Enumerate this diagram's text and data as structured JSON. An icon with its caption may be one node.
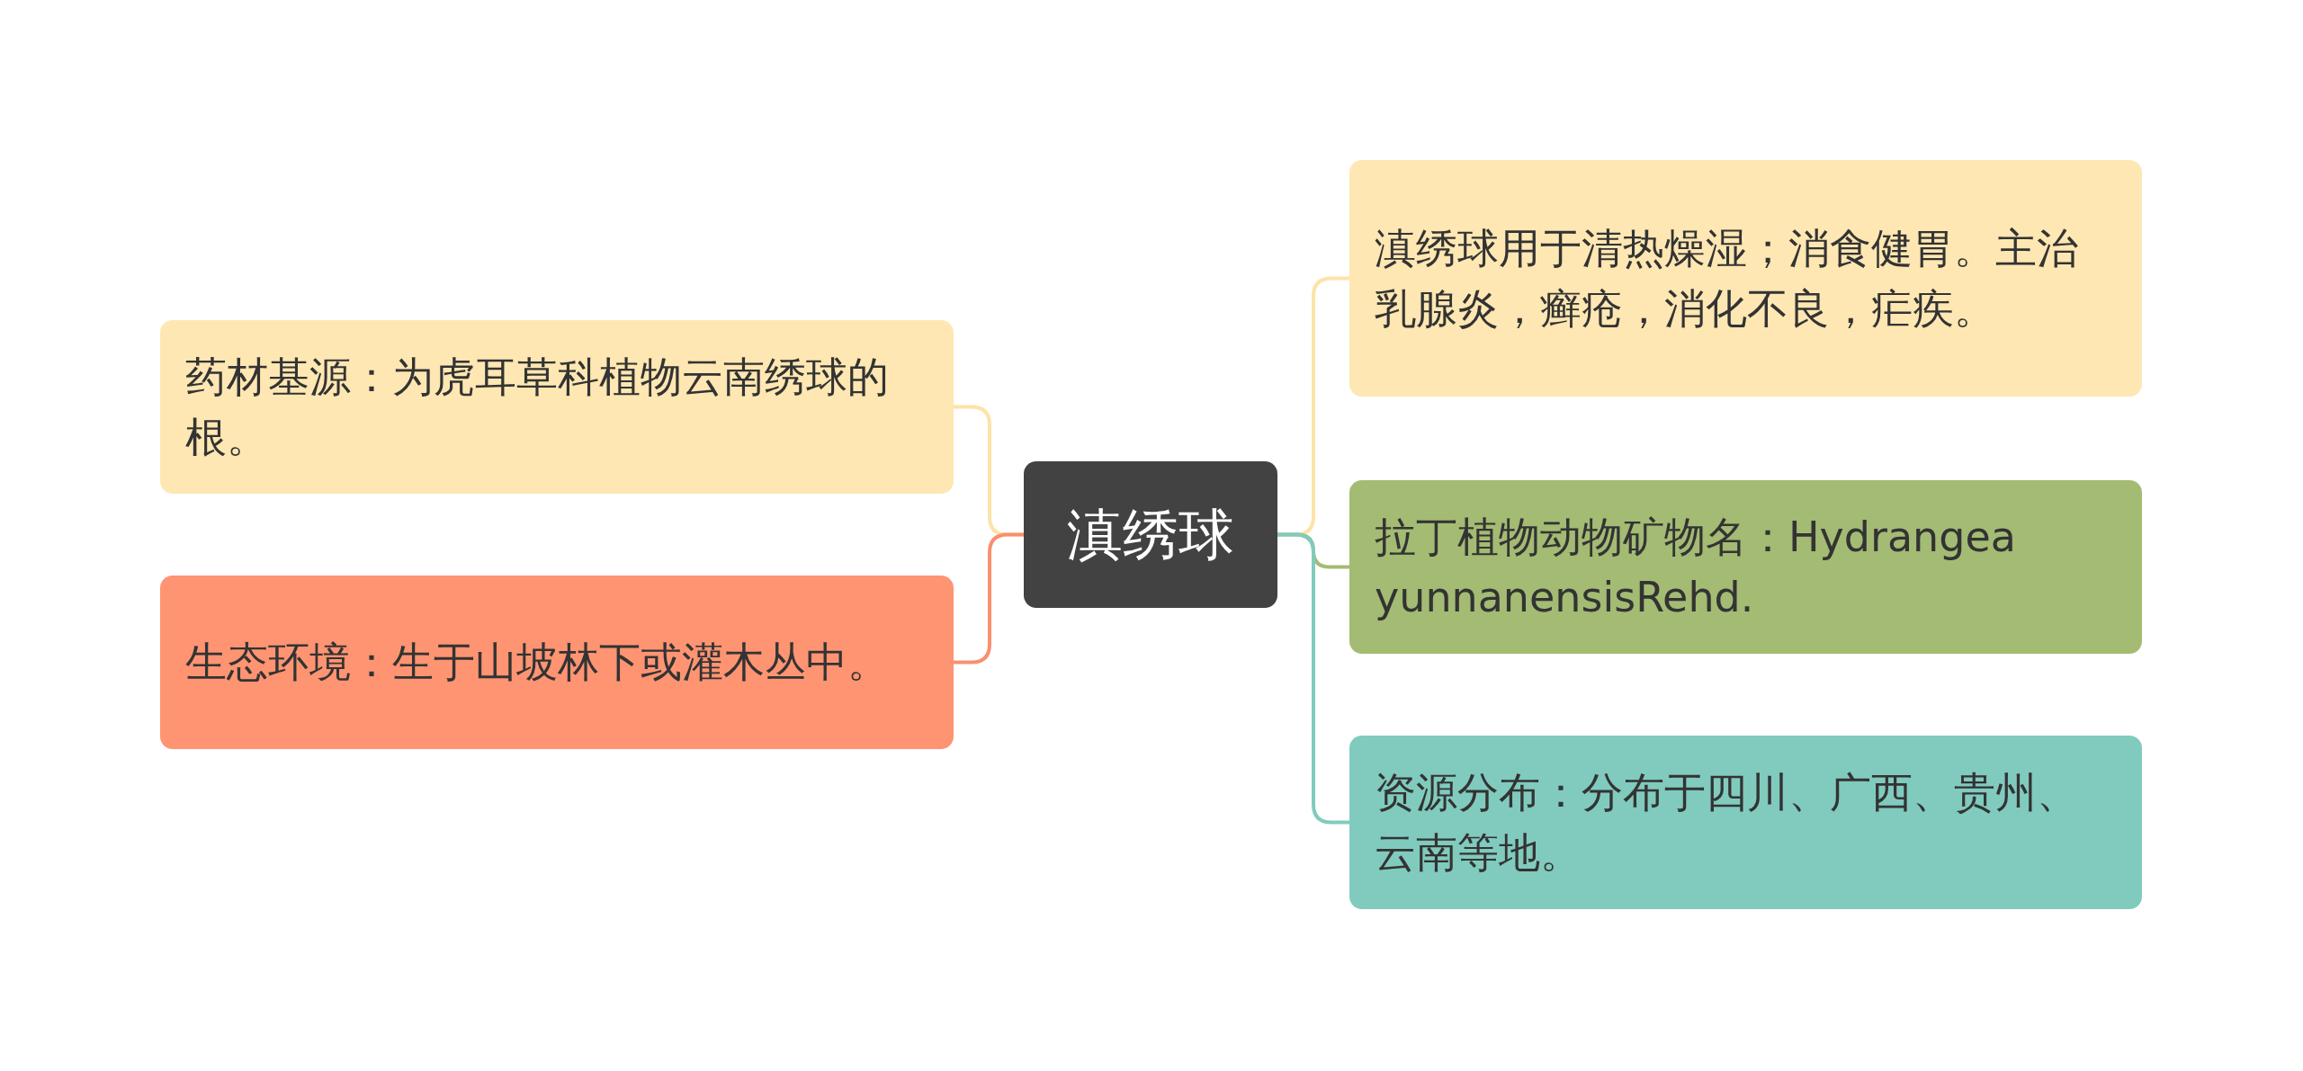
{
  "diagram": {
    "nodes": [
      {
        "text": [
          "滇绣球"
        ]
      },
      {
        "text": [
          "药材基源：为虎耳草科植物云南绣球的根。"
        ]
      },
      {
        "text": [
          "生态环境：生于山坡林下或灌木丛中。"
        ]
      },
      {
        "text": [
          "滇绣球用于清热燥湿；消食健胃。主治乳腺炎，癣疮，消化不良，疟疾。"
        ]
      },
      {
        "text": [
          "拉丁植物动物矿物名：Hydrangea yunnanensisRehd."
        ]
      },
      {
        "text": [
          "资源分布：分布于四川、广西、贵州、云南等地。"
        ]
      }
    ],
    "edges": [
      {
        "from": 0,
        "to": 1,
        "arrow": "none",
        "color": "#fde3a7"
      },
      {
        "from": 0,
        "to": 2,
        "arrow": "none",
        "color": "#f9906f"
      },
      {
        "from": 0,
        "to": 3,
        "arrow": "none",
        "color": "#fde3a7"
      },
      {
        "from": 0,
        "to": 4,
        "arrow": "none",
        "color": "#a3bb73"
      },
      {
        "from": 0,
        "to": 5,
        "arrow": "none",
        "color": "#80cbbe"
      }
    ]
  }
}
